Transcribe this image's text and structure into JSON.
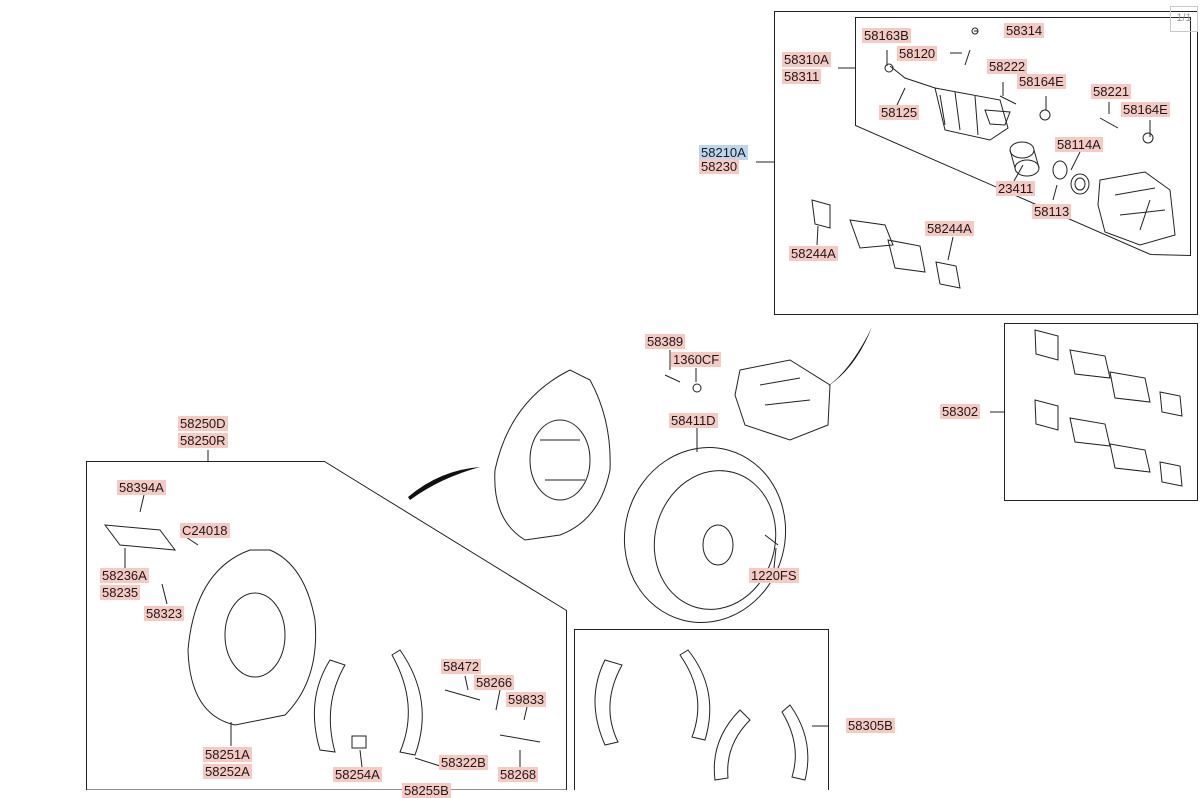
{
  "page_indicator": "1/1",
  "labels": {
    "l58314": "58314",
    "l58163B": "58163B",
    "l58120": "58120",
    "l58310A": "58310A",
    "l58311": "58311",
    "l58222": "58222",
    "l58164E_a": "58164E",
    "l58221": "58221",
    "l58164E_b": "58164E",
    "l58125": "58125",
    "l58210A": "58210A",
    "l58230": "58230",
    "l58114A": "58114A",
    "l23411": "23411",
    "l58113": "58113",
    "l58244A_a": "58244A",
    "l58244A_b": "58244A",
    "l58389": "58389",
    "l1360CF": "1360CF",
    "l58411D": "58411D",
    "l58302": "58302",
    "l58250D": "58250D",
    "l58250R": "58250R",
    "l58394A": "58394A",
    "lC24018": "C24018",
    "l58236A": "58236A",
    "l58235": "58235",
    "l58323": "58323",
    "l1220FS": "1220FS",
    "l58472": "58472",
    "l58266": "58266",
    "l59833": "59833",
    "l58305B": "58305B",
    "l58251A": "58251A",
    "l58252A": "58252A",
    "l58254A": "58254A",
    "l58322B": "58322B",
    "l58268": "58268",
    "l58255B": "58255B"
  },
  "colors": {
    "label_highlight": "#f7c9c3",
    "selected_highlight": "#bcd6ef",
    "line": "#222222"
  }
}
